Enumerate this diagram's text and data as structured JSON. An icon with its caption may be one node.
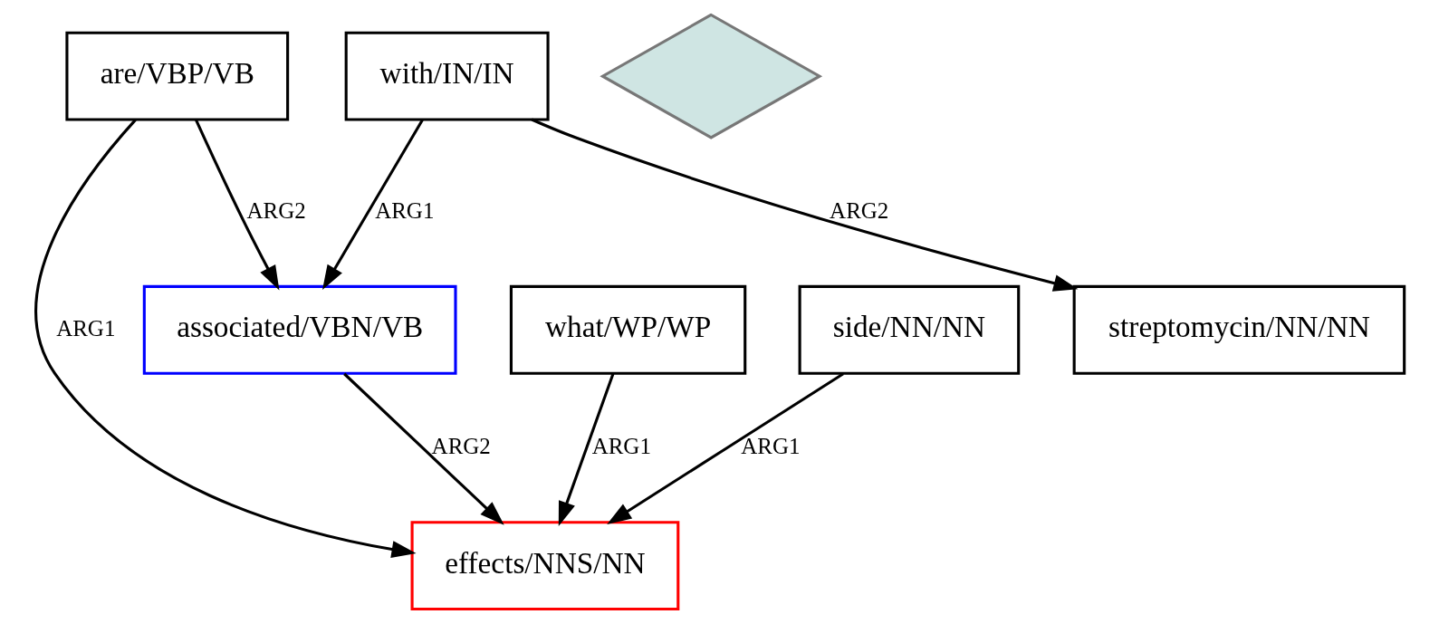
{
  "diagram": {
    "nodes": [
      {
        "text": [
          "are/VBP/VB"
        ]
      },
      {
        "text": [
          "with/IN/IN"
        ]
      },
      {
        "text": [],
        "shape": "diamond"
      },
      {
        "text": [
          "what/WP/WP"
        ]
      },
      {
        "text": [
          "side/NN/NN"
        ]
      },
      {
        "text": [
          "associated/VBN/VB"
        ]
      },
      {
        "text": [
          "streptomycin/NN/NN"
        ]
      },
      {
        "text": [
          "effects/NNS/NN"
        ]
      }
    ],
    "edges": [
      {
        "from": 0,
        "to": 7,
        "arrow": "to",
        "label": "ARG1"
      },
      {
        "from": 0,
        "to": 5,
        "arrow": "to",
        "label": "ARG2"
      },
      {
        "from": 1,
        "to": 5,
        "arrow": "to",
        "label": "ARG1"
      },
      {
        "from": 1,
        "to": 6,
        "arrow": "to",
        "label": "ARG2"
      },
      {
        "from": 3,
        "to": 7,
        "arrow": "to",
        "label": "ARG1"
      },
      {
        "from": 4,
        "to": 7,
        "arrow": "to",
        "label": "ARG1"
      },
      {
        "from": 5,
        "to": 7,
        "arrow": "to",
        "label": "ARG2"
      }
    ]
  }
}
